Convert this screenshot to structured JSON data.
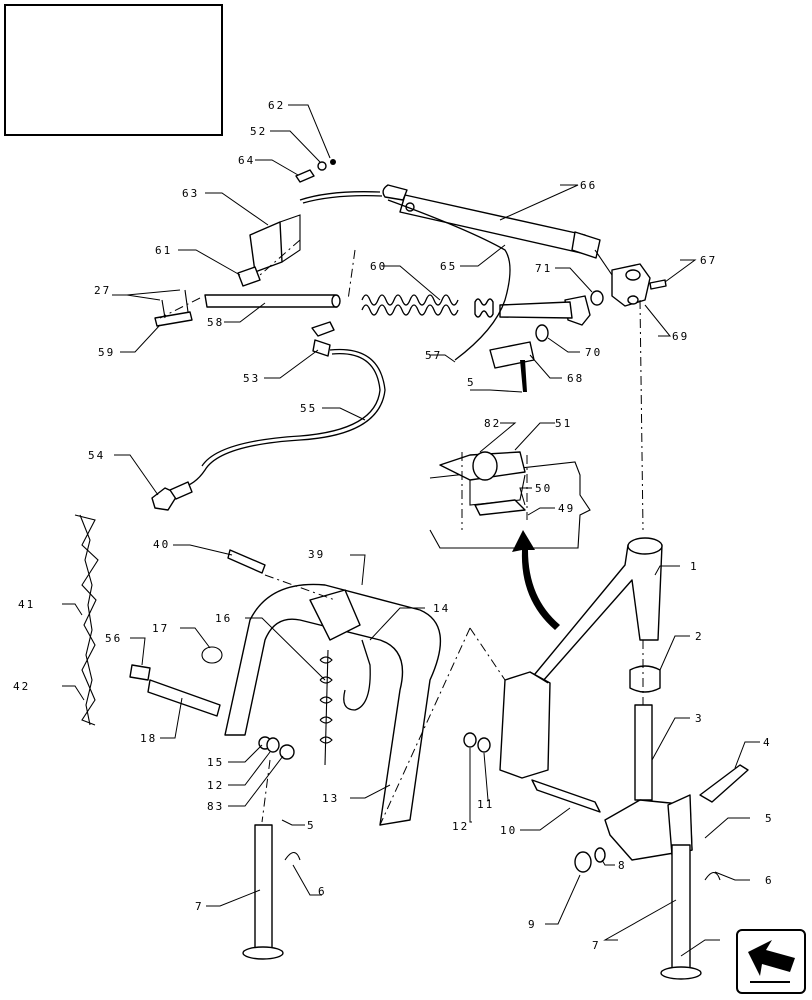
{
  "labels": {
    "l1": "1",
    "l2": "2",
    "l3": "3",
    "l4": "4",
    "l5a": "5",
    "l5b": "5",
    "l5c": "5",
    "l6a": "6",
    "l6b": "6",
    "l7a": "7",
    "l7b": "7",
    "l8": "8",
    "l9": "9",
    "l10": "10",
    "l11": "11",
    "l12a": "12",
    "l12b": "12",
    "l13": "13",
    "l14": "14",
    "l15": "15",
    "l16": "16",
    "l17": "17",
    "l18": "18",
    "l27": "27",
    "l39": "39",
    "l40": "40",
    "l41": "41",
    "l42": "42",
    "l49": "49",
    "l50": "50",
    "l51": "51",
    "l52": "52",
    "l53": "53",
    "l54": "54",
    "l55": "55",
    "l56": "56",
    "l57": "57",
    "l58": "58",
    "l59": "59",
    "l60": "60",
    "l61": "61",
    "l62": "62",
    "l63": "63",
    "l64": "64",
    "l65": "65",
    "l66": "66",
    "l67": "67",
    "l68": "68",
    "l69": "69",
    "l70": "70",
    "l71": "71",
    "l82": "82",
    "l83": "83"
  },
  "icons": {
    "title_box": "empty-title-block",
    "nav": "previous-page-arrow-icon"
  }
}
